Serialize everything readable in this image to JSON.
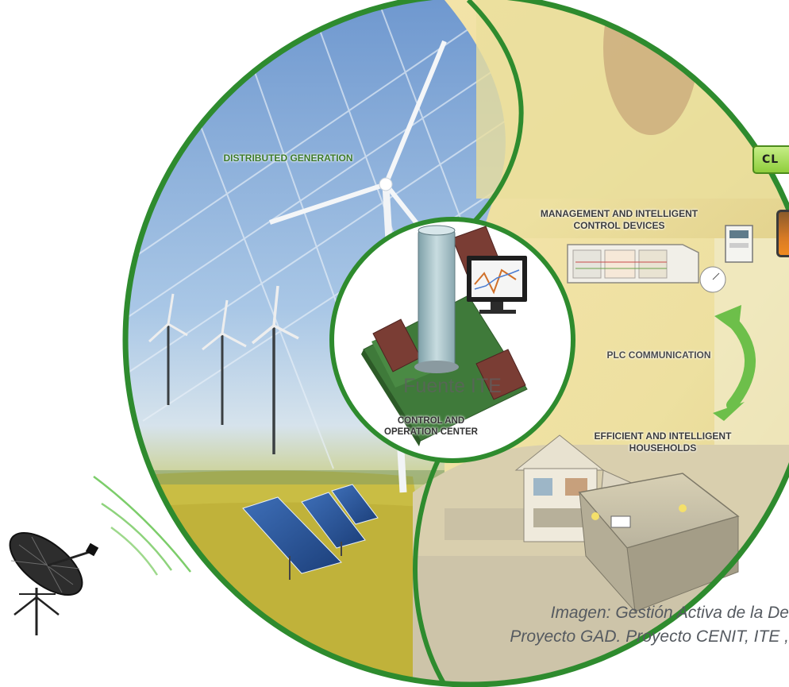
{
  "labels": {
    "distributed_generation": "DISTRIBUTED GENERATION",
    "management_line1": "MANAGEMENT AND INTELLIGENT",
    "management_line2": "CONTROL DEVICES",
    "plc_communication": "PLC COMMUNICATION",
    "households_line1": "EFFICIENT AND INTELLIGENT",
    "households_line2": "HOUSEHOLDS",
    "center_line1": "CONTROL AND",
    "center_line2": "OPERATION CENTER"
  },
  "watermark": "Fuente ITE",
  "caption": {
    "line1": "Imagen: Gestión Activa de la De",
    "line2": "Proyecto GAD. Proyecto CENIT, ITE ,"
  },
  "badges": {
    "cl_text": "CL"
  },
  "icons": [
    "satellite-dish-icon",
    "wind-turbine-icon",
    "solar-panel-icon",
    "monitor-icon",
    "house-icon",
    "smart-meter-icon",
    "cycle-arrows-icon"
  ],
  "colors": {
    "frame_green": "#2e8b2e",
    "sky_blue": "#8fb3dc",
    "field_yellow": "#d8cf5a",
    "interior_yellow": "#efe3a0",
    "arrow_green": "#6dbf4a",
    "label_green": "#3c7a2a"
  }
}
